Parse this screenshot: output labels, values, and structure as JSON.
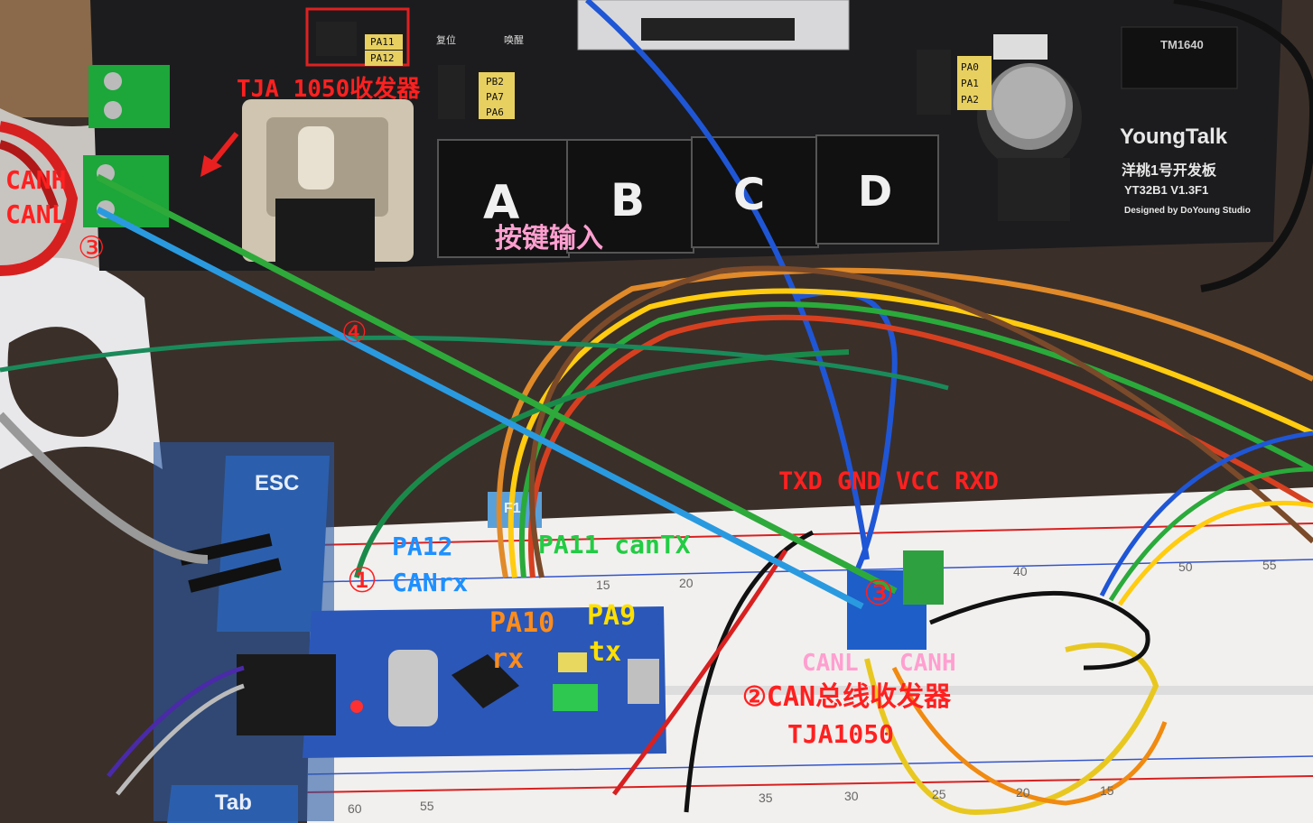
{
  "annotations": {
    "tja_transceiver_top": "TJA 1050收发器",
    "canh_left": "CANH",
    "canl_left": "CANL",
    "circle3_left": "③",
    "circle4": "④",
    "key_input": "按键输入",
    "txd_gnd_vcc_rxd": "TXD GND VCC RXD",
    "pa12": "PA12",
    "canrx": "CANrx",
    "circle1": "①",
    "pa11_cantx": "PA11 canTX",
    "pa10": "PA10",
    "rx": "rx",
    "pa9": "PA9",
    "tx": "tx",
    "circle3_right": "③",
    "canl_right": "CANL",
    "canh_right": "CANH",
    "circle2_label": "②CAN总线收发器",
    "tja1050_bottom": "TJA1050"
  },
  "board": {
    "brand": "YoungTalk",
    "name_cn": "洋桃1号开发板",
    "version": "YT32B1 V1.3F1",
    "designed_by": "Designed by DoYoung Studio",
    "chip": "TM1640",
    "keys": [
      "A",
      "B",
      "C",
      "D"
    ],
    "jumper_labels": [
      "PA11",
      "PA12"
    ],
    "pin_labels": [
      "PB2",
      "PA7",
      "PA6"
    ],
    "right_pins": [
      "PA0",
      "PA1",
      "PA2"
    ],
    "header_labels": [
      "复位",
      "唤醒"
    ],
    "keyboard_keys": [
      "ESC",
      "Tab",
      "F1"
    ]
  },
  "breadboard": {
    "top_numbers": [
      "15",
      "20",
      "40",
      "50",
      "55"
    ],
    "bottom_numbers": [
      "60",
      "55",
      "35",
      "30",
      "25",
      "20",
      "15"
    ]
  },
  "colors": {
    "annotation_red": "#ff2020",
    "annotation_blue": "#1e90ff",
    "annotation_green": "#22cc44",
    "annotation_orange": "#ff8c1a",
    "annotation_yellow": "#ffe000",
    "annotation_pink": "#ff9fd0",
    "line_green": "#2eaa3a",
    "line_blue": "#2a9ae0"
  }
}
